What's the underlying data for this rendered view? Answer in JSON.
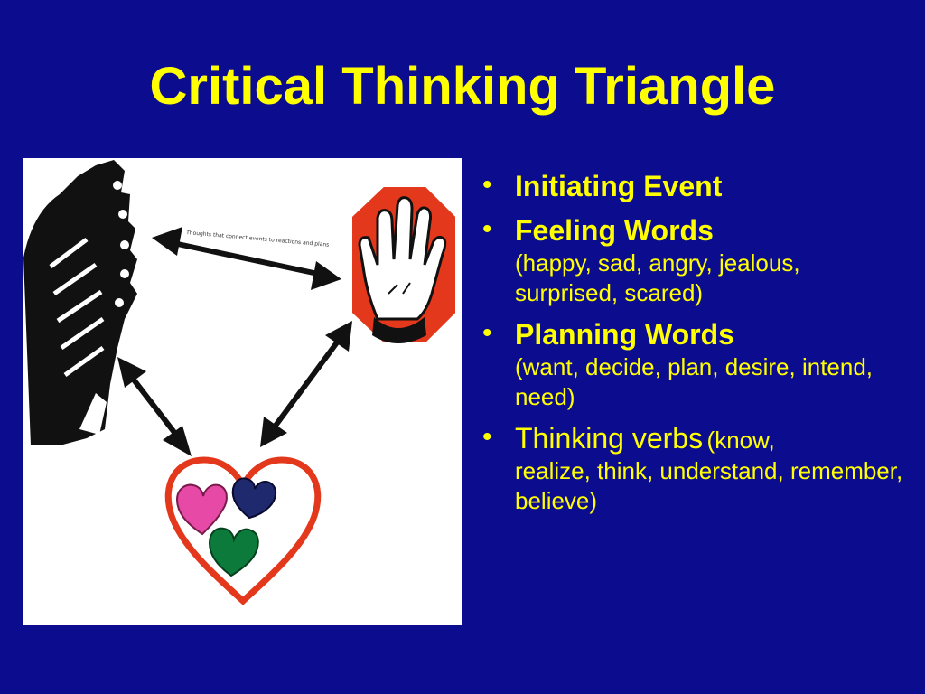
{
  "slide": {
    "title": "Critical Thinking Triangle"
  },
  "picture": {
    "caption_handwriting": "Thoughts that connect events to reactions and plans",
    "icons": [
      "sneaker-icon",
      "stop-hand-icon",
      "hearts-icon"
    ],
    "colors": {
      "stop_red": "#e4381c",
      "heart_red": "#e4381c",
      "heart_pink": "#e64aa6",
      "heart_navy": "#1f2a6e",
      "heart_green": "#0c7a3a"
    }
  },
  "bullets": [
    {
      "heading": "Initiating Event",
      "details": ""
    },
    {
      "heading": "Feeling Words",
      "details": "(happy, sad, angry, jealous, surprised, scared)"
    },
    {
      "heading": "Planning Words",
      "details": "(want, decide, plan, desire, intend, need)"
    },
    {
      "heading": "Thinking verbs",
      "inline": "(know,",
      "details": "realize, think, understand, remember, believe)"
    }
  ],
  "colors": {
    "background": "#0c0c8e",
    "text": "#ffff00"
  }
}
